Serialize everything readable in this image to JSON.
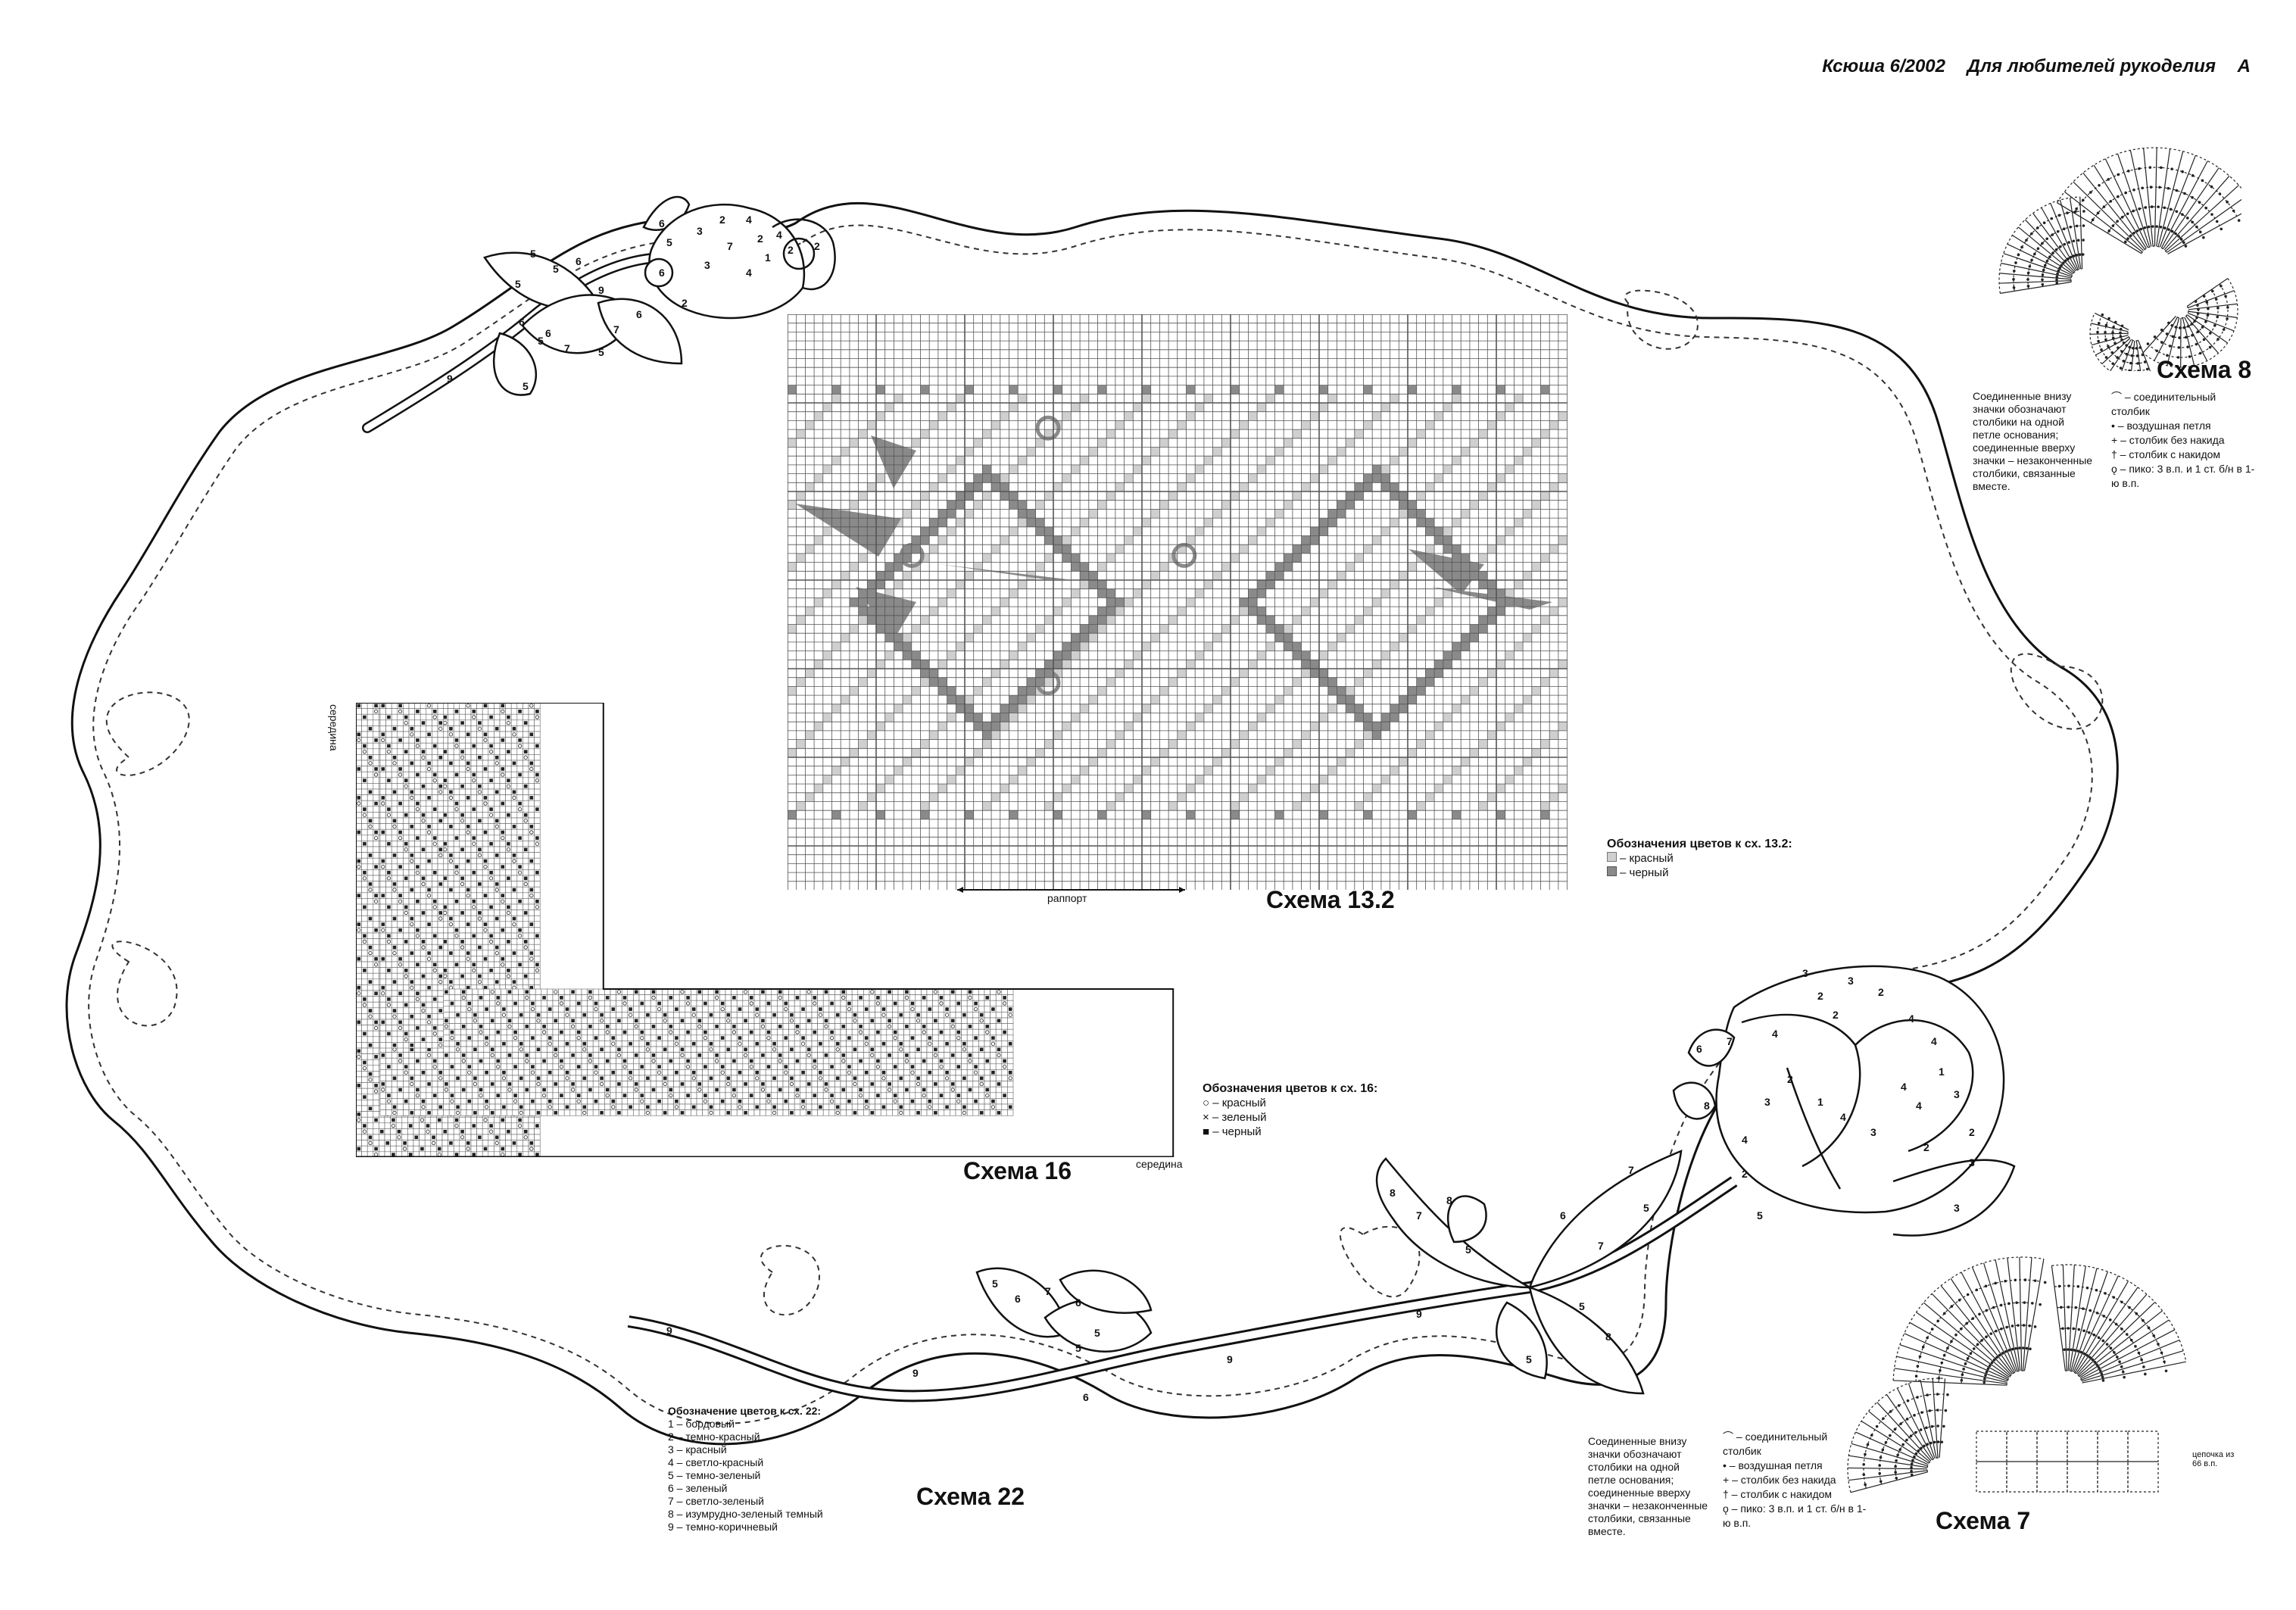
{
  "header": {
    "magazine": "Ксюша 6/2002",
    "section": "Для любителей рукоделия",
    "letter": "А"
  },
  "scheme8": {
    "title": "Схема 8",
    "note": "Соединенные внизу значки обозначают столбики на одной петле основания; соединенные вверху значки – незаконченные столбики, связанные вместе.",
    "symbols": [
      "⌒ – соединительный столбик",
      "• – воздушная петля",
      "+ – столбик без накида",
      "† – столбик с накидом",
      "ǫ – пико: 3 в.п. и 1 ст. б/н в 1-ю в.п."
    ]
  },
  "scheme132": {
    "title": "Схема 13.2",
    "rapport_label": "раппорт",
    "legend_title": "Обозначения цветов к сх. 13.2:",
    "legend": [
      "– красный",
      "– черный"
    ]
  },
  "scheme16": {
    "title": "Схема 16",
    "middle_left": "середина",
    "middle_bottom": "середина",
    "legend_title": "Обозначения цветов к сх. 16:",
    "legend": [
      "○ – красный",
      "× – зеленый",
      "■ – черный"
    ]
  },
  "scheme22": {
    "title": "Схема 22",
    "legend_title": "Обозначение цветов к сх. 22:",
    "legend": [
      "1 – бордовый",
      "2 – темно-красный",
      "3 – красный",
      "4 – светло-красный",
      "5 – темно-зеленый",
      "6 – зеленый",
      "7 – светло-зеленый",
      "8 – изумрудно-зеленый темный",
      "9 – темно-коричневый"
    ]
  },
  "scheme7": {
    "title": "Схема 7",
    "chain_label": "цепочка из 66 в.п.",
    "note": "Соединенные внизу значки обозначают столбики на одной петле основания; соединенные вверху значки – незаконченные столбики, связанные вместе.",
    "symbols": [
      "⌒ – соединительный столбик",
      "• – воздушная петля",
      "+ – столбик без накида",
      "† – столбик с накидом",
      "ǫ – пико: 3 в.п. и 1 ст. б/н в 1-ю в.п."
    ]
  },
  "colors": {
    "ink": "#111111",
    "grid": "#555555",
    "light_fill": "#cfcfcf",
    "dark_fill": "#8a8a8a"
  },
  "icons": [
    "rose-stem-icon",
    "rosebud-icon",
    "leaf-icon",
    "crochet-motif-icon"
  ]
}
